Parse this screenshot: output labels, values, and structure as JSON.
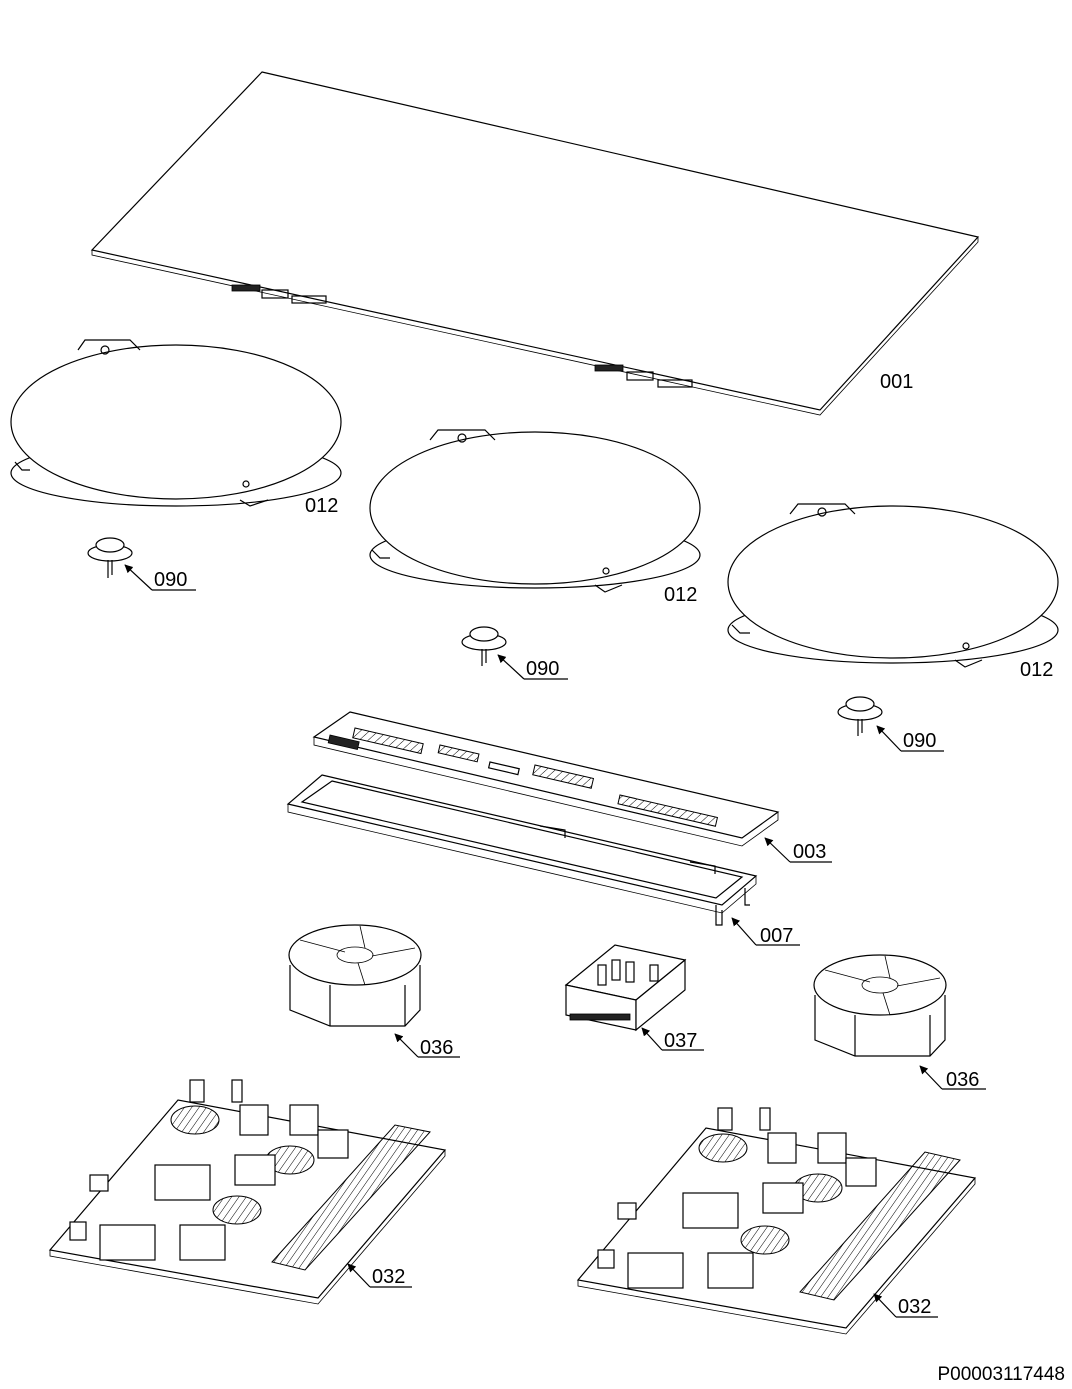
{
  "parts": [
    {
      "code": "001"
    },
    {
      "code": "012"
    },
    {
      "code": "012"
    },
    {
      "code": "012"
    },
    {
      "code": "090"
    },
    {
      "code": "090"
    },
    {
      "code": "090"
    },
    {
      "code": "003"
    },
    {
      "code": "007"
    },
    {
      "code": "036"
    },
    {
      "code": "037"
    },
    {
      "code": "036"
    },
    {
      "code": "032"
    },
    {
      "code": "032"
    }
  ],
  "drawing_code": "P00003117448"
}
